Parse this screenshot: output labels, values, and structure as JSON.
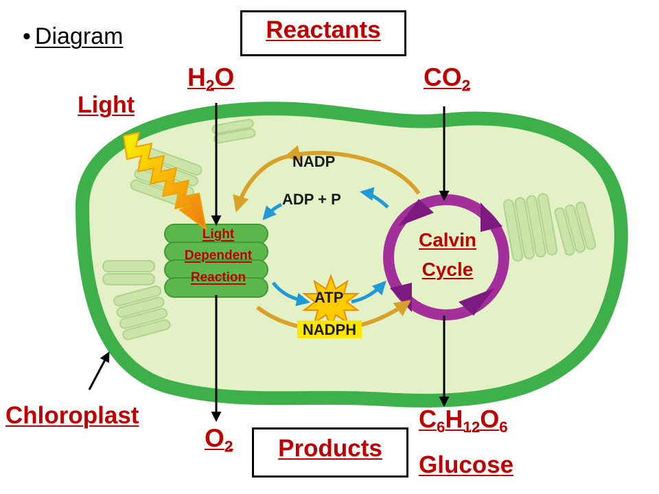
{
  "bullet": {
    "symbol": "•",
    "text": "Diagram"
  },
  "reactants": {
    "label": "Reactants"
  },
  "products": {
    "label": "Products"
  },
  "inputs": {
    "water": {
      "base": "H",
      "sub": "2",
      "rest": "O"
    },
    "carbon_dioxide": {
      "base": "CO",
      "sub": "2"
    },
    "light": "Light"
  },
  "chloroplast": {
    "label": "Chloroplast"
  },
  "light_reaction": {
    "line1": "Light",
    "line2": "Dependent",
    "line3": "Reaction"
  },
  "calvin": {
    "line1": "Calvin",
    "line2": "Cycle"
  },
  "carriers": {
    "nadp": "NADP",
    "adp": "ADP + P",
    "atp": "ATP",
    "nadph": "NADPH"
  },
  "outputs": {
    "oxygen": {
      "base": "O",
      "sub": "2"
    },
    "glucose_formula": {
      "c": "C",
      "c_sub": "6",
      "h": "H",
      "h_sub": "12",
      "o": "O",
      "o_sub": "6"
    },
    "glucose_name": "Glucose"
  },
  "colors": {
    "label_red": "#c00000",
    "chloroplast_outer": "#3db04a",
    "chloroplast_inner": "#e4f0c6",
    "thylakoid": "#5cb84c",
    "calvin_ring": "#a3309a",
    "orange_arrow": "#d8a22a",
    "blue_arrow": "#1e9ad6",
    "nadph_highlight": "#ffe600"
  },
  "icons": [
    "light-bolt-icon",
    "atp-star-icon",
    "pointer-arrow-icon"
  ]
}
